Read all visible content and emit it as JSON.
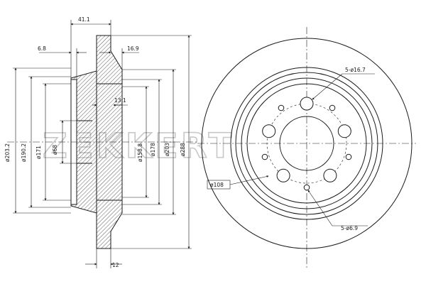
{
  "watermark": {
    "brand": "ZEKKERT"
  },
  "side_view": {
    "hub_width_label": "41.1",
    "hat_offset_label": "6.8",
    "flange_thickness_label": "16.9",
    "inner_step_label": "13.1",
    "rotor_thickness_label": "12",
    "dia_labels": {
      "d203_2": "ø203.2",
      "d190_2": "ø190.2",
      "d171": "ø171",
      "d68": "ø68",
      "d158_8": "ø158.8",
      "d178": "ø178",
      "d203": "ø203",
      "d288": "ø288"
    }
  },
  "front_view": {
    "bolt_holes_label": "5-ø16.7",
    "small_holes_label": "5-ø6.9",
    "pcd_label": "ø108"
  },
  "colors": {
    "line": "#1a1a1a",
    "watermark": "#c8c8c8"
  }
}
